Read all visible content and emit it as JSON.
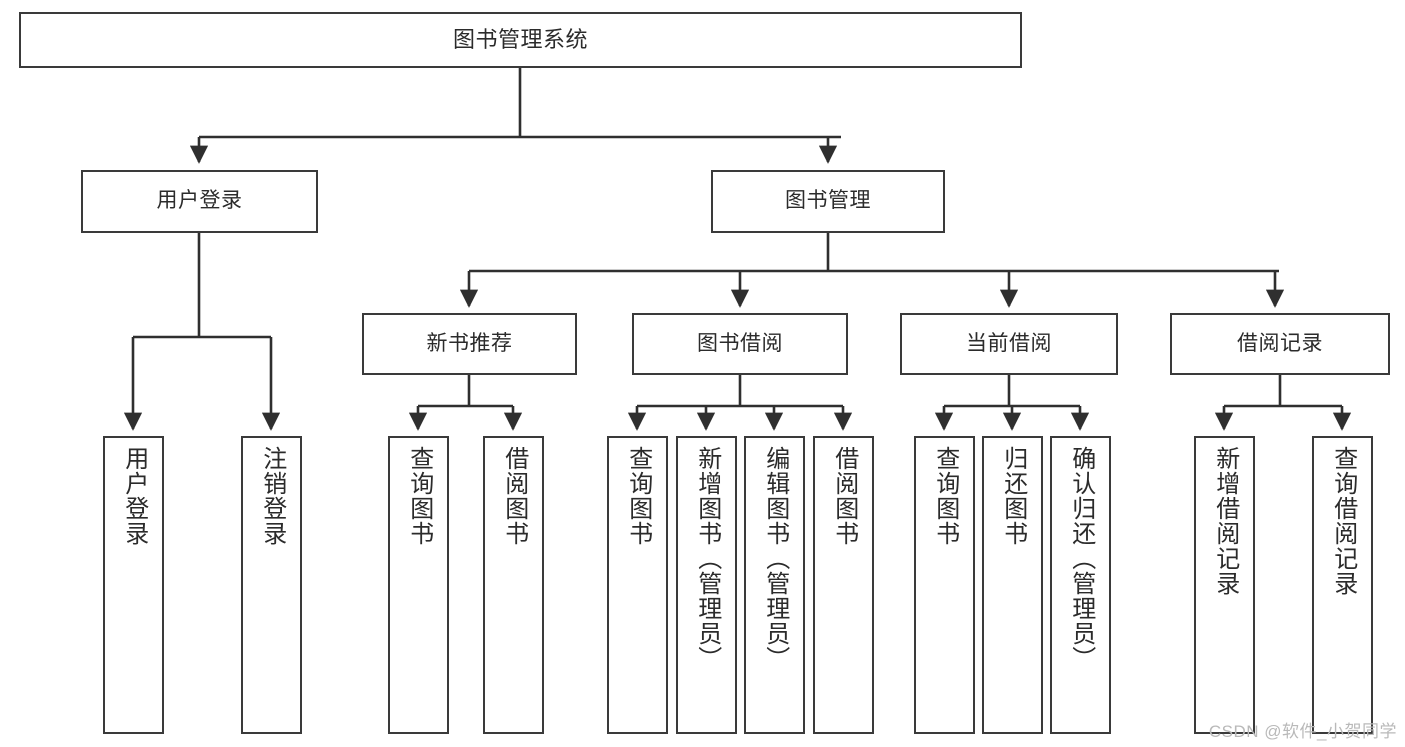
{
  "diagram": {
    "type": "tree",
    "title": "图书管理系统",
    "orientation": "top-down",
    "colors": {
      "box_border": "#3a3a3a",
      "box_fill": "#ffffff",
      "connector": "#2f2f2f",
      "text": "#2b2b2b",
      "watermark": "#b9b9b9",
      "background": "#ffffff"
    }
  },
  "nodes": {
    "root": {
      "label": "图书管理系统"
    },
    "level1": [
      {
        "id": "user-login",
        "label": "用户登录"
      },
      {
        "id": "book-manage",
        "label": "图书管理"
      }
    ],
    "level2": [
      {
        "id": "new-book-recommend",
        "label": "新书推荐"
      },
      {
        "id": "book-borrow",
        "label": "图书借阅"
      },
      {
        "id": "current-borrow",
        "label": "当前借阅"
      },
      {
        "id": "borrow-record",
        "label": "借阅记录"
      }
    ],
    "leaves": {
      "user_login": [
        {
          "id": "leaf-user-login",
          "label": "用户登录"
        },
        {
          "id": "leaf-logout",
          "label": "注销登录"
        }
      ],
      "new_book_recommend": [
        {
          "id": "leaf-query-book-1",
          "label": "查询图书"
        },
        {
          "id": "leaf-borrow-book-1",
          "label": "借阅图书"
        }
      ],
      "book_borrow": [
        {
          "id": "leaf-query-book-2",
          "label": "查询图书"
        },
        {
          "id": "leaf-add-book",
          "label": "新增图书（管理员）"
        },
        {
          "id": "leaf-edit-book",
          "label": "编辑图书（管理员）"
        },
        {
          "id": "leaf-borrow-book-2",
          "label": "借阅图书"
        }
      ],
      "current_borrow": [
        {
          "id": "leaf-query-book-3",
          "label": "查询图书"
        },
        {
          "id": "leaf-return-book",
          "label": "归还图书"
        },
        {
          "id": "leaf-confirm-return",
          "label": "确认归还（管理员）"
        }
      ],
      "borrow_record": [
        {
          "id": "leaf-add-record",
          "label": "新增借阅记录"
        },
        {
          "id": "leaf-query-record",
          "label": "查询借阅记录"
        }
      ]
    }
  },
  "watermark": {
    "text": "CSDN @软件_小贺同学"
  }
}
